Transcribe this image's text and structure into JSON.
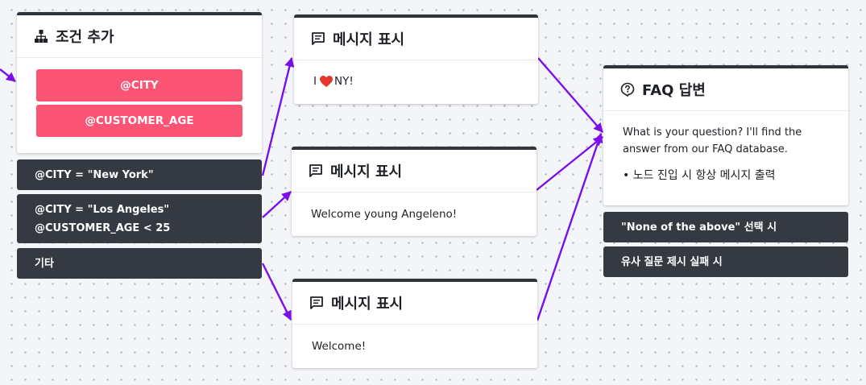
{
  "condition_node": {
    "title": "조건 추가",
    "icon": "sitemap-icon",
    "variables": [
      "@CITY",
      "@CUSTOMER_AGE"
    ],
    "branches": [
      {
        "line1": "@CITY = \"New York\""
      },
      {
        "line1": "@CITY = \"Los Angeles\"",
        "line2": "@CUSTOMER_AGE < 25"
      },
      {
        "line1": "기타"
      }
    ]
  },
  "message_nodes": [
    {
      "title": "메시지 표시",
      "text_before": "I",
      "text_after": "NY!",
      "emoji": "heart-icon"
    },
    {
      "title": "메시지 표시",
      "text": "Welcome young Angeleno!"
    },
    {
      "title": "메시지 표시",
      "text": "Welcome!"
    }
  ],
  "faq_node": {
    "title": "FAQ 답변",
    "icon": "question-bubble-icon",
    "prompt": "What is your question? I'll find the answer from our FAQ database.",
    "bullet": "• 노드 진입 시 항상 메시지 출력",
    "branches": [
      "\"None of the above\" 선택 시",
      "유사 질문 제시 실패 시"
    ]
  },
  "colors": {
    "edge": "#7a0fe8",
    "variable_pill": "#fb5474",
    "branch_bg": "#353a42",
    "card_border": "#30343b"
  }
}
